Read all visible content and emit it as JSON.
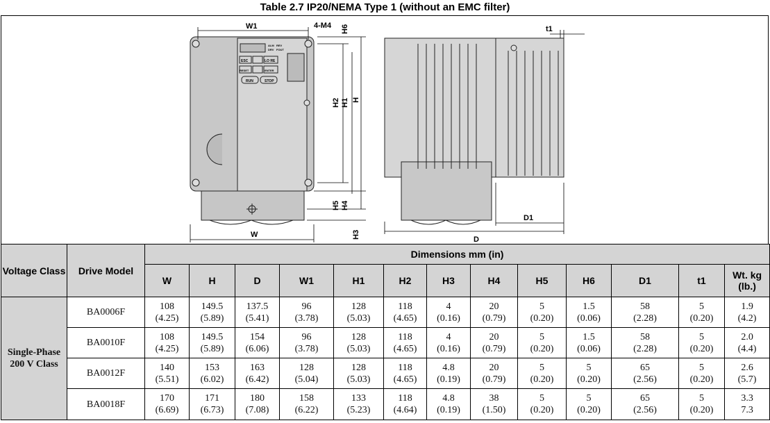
{
  "title": "Table 2.7  IP20/NEMA Type 1 (without an EMC filter)",
  "figure": {
    "labels": {
      "W1": "W1",
      "M4": "4-M4",
      "H6": "H6",
      "H2": "H2",
      "H1": "H1",
      "H": "H",
      "H5": "H5",
      "H4": "H4",
      "H3": "H3",
      "W": "W",
      "t1": "t1",
      "D1": "D1",
      "D": "D"
    },
    "keypad": {
      "esc": "ESC",
      "lo_re": "LO RE",
      "reset": "RESET",
      "enter": "ENTER",
      "run": "RUN",
      "stop": "STOP",
      "alm": "ALM",
      "rev": "REV",
      "drv": "DRV",
      "fout": "FOUT"
    }
  },
  "table": {
    "headers": {
      "voltage_class": "Voltage Class",
      "drive_model": "Drive Model",
      "dimensions": "Dimensions mm (in)"
    },
    "columns": [
      "W",
      "H",
      "D",
      "W1",
      "H1",
      "H2",
      "H3",
      "H4",
      "H5",
      "H6",
      "D1",
      "t1",
      "Wt. kg (lb.)"
    ],
    "voltage_class": "Single-Phase 200 V Class",
    "rows": [
      {
        "model": "BA0006F",
        "values": [
          [
            "108",
            "(4.25)"
          ],
          [
            "149.5",
            "(5.89)"
          ],
          [
            "137.5",
            "(5.41)"
          ],
          [
            "96",
            "(3.78)"
          ],
          [
            "128",
            "(5.03)"
          ],
          [
            "118",
            "(4.65)"
          ],
          [
            "4",
            "(0.16)"
          ],
          [
            "20",
            "(0.79)"
          ],
          [
            "5",
            "(0.20)"
          ],
          [
            "1.5",
            "(0.06)"
          ],
          [
            "58",
            "(2.28)"
          ],
          [
            "5",
            "(0.20)"
          ],
          [
            "1.9",
            "(4.2)"
          ]
        ]
      },
      {
        "model": "BA0010F",
        "values": [
          [
            "108",
            "(4.25)"
          ],
          [
            "149.5",
            "(5.89)"
          ],
          [
            "154",
            "(6.06)"
          ],
          [
            "96",
            "(3.78)"
          ],
          [
            "128",
            "(5.03)"
          ],
          [
            "118",
            "(4.65)"
          ],
          [
            "4",
            "(0.16)"
          ],
          [
            "20",
            "(0.79)"
          ],
          [
            "5",
            "(0.20)"
          ],
          [
            "1.5",
            "(0.06)"
          ],
          [
            "58",
            "(2.28)"
          ],
          [
            "5",
            "(0.20)"
          ],
          [
            "2.0",
            "(4.4)"
          ]
        ]
      },
      {
        "model": "BA0012F",
        "values": [
          [
            "140",
            "(5.51)"
          ],
          [
            "153",
            "(6.02)"
          ],
          [
            "163",
            "(6.42)"
          ],
          [
            "128",
            "(5.04)"
          ],
          [
            "128",
            "(5.03)"
          ],
          [
            "118",
            "(4.65)"
          ],
          [
            "4.8",
            "(0.19)"
          ],
          [
            "20",
            "(0.79)"
          ],
          [
            "5",
            "(0.20)"
          ],
          [
            "5",
            "(0.20)"
          ],
          [
            "65",
            "(2.56)"
          ],
          [
            "5",
            "(0.20)"
          ],
          [
            "2.6",
            "(5.7)"
          ]
        ]
      },
      {
        "model": "BA0018F",
        "values": [
          [
            "170",
            "(6.69)"
          ],
          [
            "171",
            "(6.73)"
          ],
          [
            "180",
            "(7.08)"
          ],
          [
            "158",
            "(6.22)"
          ],
          [
            "133",
            "(5.23)"
          ],
          [
            "118",
            "(4.64)"
          ],
          [
            "4.8",
            "(0.19)"
          ],
          [
            "38",
            "(1.50)"
          ],
          [
            "5",
            "(0.20)"
          ],
          [
            "5",
            "(0.20)"
          ],
          [
            "65",
            "(2.56)"
          ],
          [
            "5",
            "(0.20)"
          ],
          [
            "3.3",
            "7.3"
          ]
        ]
      }
    ]
  }
}
